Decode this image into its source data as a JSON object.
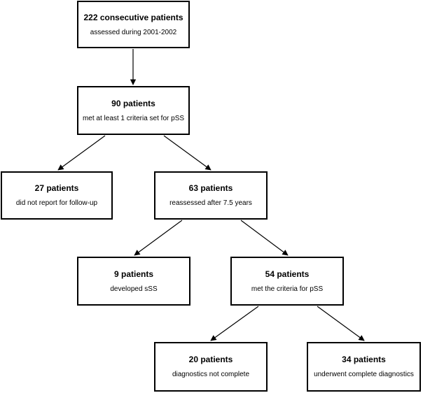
{
  "nodes": {
    "n1": {
      "title": "222 consecutive patients",
      "subtitle": "assessed during 2001-2002"
    },
    "n2": {
      "title": "90 patients",
      "subtitle": "met at least 1 criteria set for pSS"
    },
    "n3": {
      "title": "27 patients",
      "subtitle": "did not report for follow-up"
    },
    "n4": {
      "title": "63 patients",
      "subtitle": "reassessed after 7.5 years"
    },
    "n5": {
      "title": "9 patients",
      "subtitle": "developed sSS"
    },
    "n6": {
      "title": "54 patients",
      "subtitle": "met the criteria for pSS"
    },
    "n7": {
      "title": "20 patients",
      "subtitle": "diagnostics not complete"
    },
    "n8": {
      "title": "34 patients",
      "subtitle": "underwent complete diagnostics"
    }
  },
  "edges": [
    {
      "from": "n1",
      "to": "n2"
    },
    {
      "from": "n2",
      "to": "n3"
    },
    {
      "from": "n2",
      "to": "n4"
    },
    {
      "from": "n4",
      "to": "n5"
    },
    {
      "from": "n4",
      "to": "n6"
    },
    {
      "from": "n6",
      "to": "n7"
    },
    {
      "from": "n6",
      "to": "n8"
    }
  ],
  "colors": {
    "line": "#000000",
    "box_border": "#000000",
    "background": "#ffffff"
  }
}
